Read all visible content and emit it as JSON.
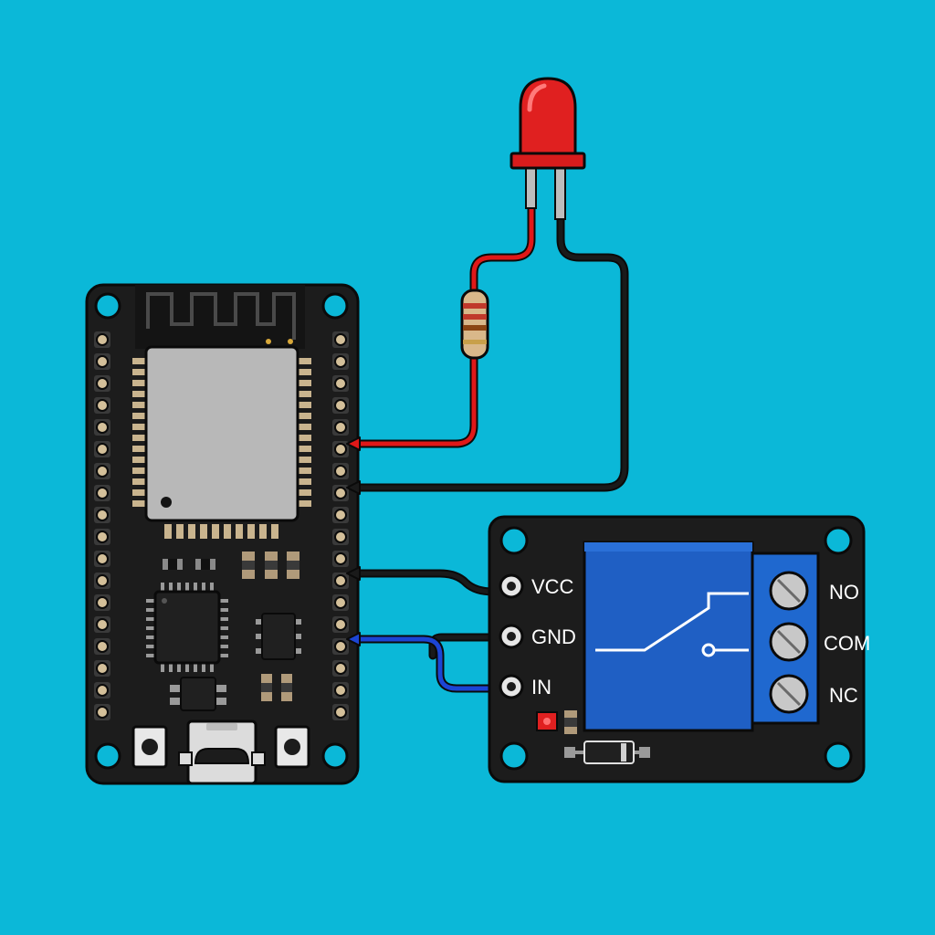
{
  "colors": {
    "background": "#0bb8d8",
    "board": "#1c1c1c",
    "relay_body": "#1f5fc4",
    "terminal_block": "#1f68cf",
    "led": "#e02020",
    "wire_red": "#e01818",
    "wire_black": "#141414",
    "wire_blue": "#1c45d4"
  },
  "relay": {
    "pins": {
      "vcc": "VCC",
      "gnd": "GND",
      "in": "IN"
    },
    "terminals": {
      "no": "NO",
      "com": "COM",
      "nc": "NC"
    }
  }
}
